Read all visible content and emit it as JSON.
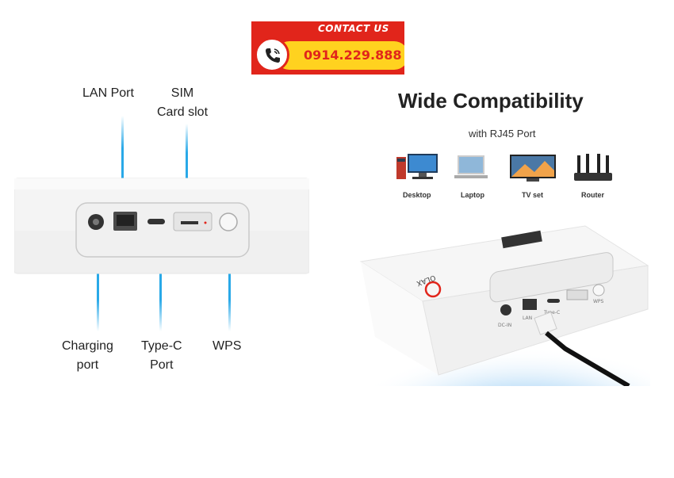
{
  "banner": {
    "heading": "CONTACT US",
    "phone": "0914.229.888",
    "colors": {
      "red": "#e1251b",
      "yellow": "#ffd21f"
    }
  },
  "callouts": {
    "lan_port": "LAN Port",
    "sim_line1": "SIM",
    "sim_line2": "Card slot",
    "charging_line1": "Charging",
    "charging_line2": "port",
    "typec_line1": "Type-C",
    "typec_line2": "Port",
    "wps": "WPS",
    "arrow_color": "#29a9e8"
  },
  "compat": {
    "title": "Wide Compatibility",
    "subtitle": "with RJ45 Port",
    "devices": [
      {
        "label": "Desktop",
        "icon": "desktop-icon"
      },
      {
        "label": "Laptop",
        "icon": "laptop-icon"
      },
      {
        "label": "TV set",
        "icon": "tv-icon"
      },
      {
        "label": "Router",
        "icon": "router-icon"
      }
    ]
  },
  "device_printed": {
    "brand": "OLAX",
    "port_labels": [
      "DC-IN",
      "LAN",
      "Type-C",
      "WPS"
    ]
  }
}
